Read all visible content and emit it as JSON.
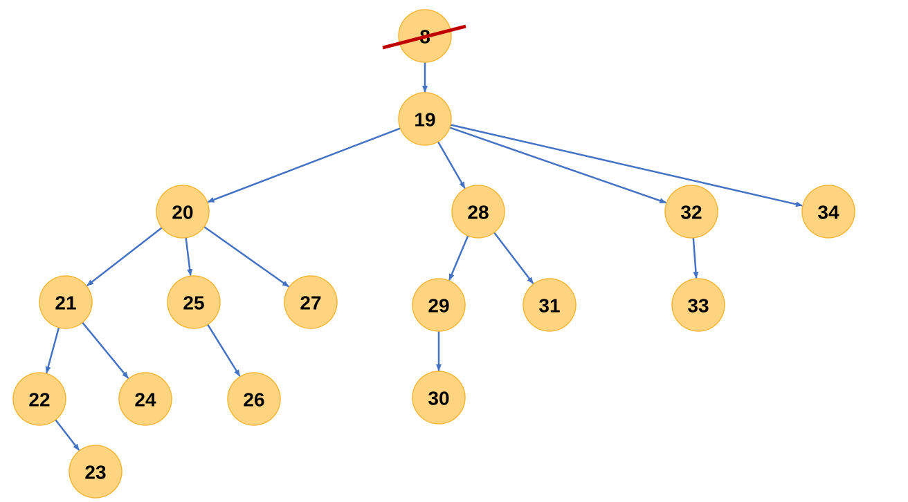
{
  "diagram": {
    "colors": {
      "node_fill": "#FFD480",
      "node_stroke": "#F2B534",
      "edge": "#4472C4",
      "strike": "#C00000",
      "label": "#000000"
    },
    "nodes": [
      {
        "id": "n8",
        "label": "8",
        "struck": true
      },
      {
        "id": "n19",
        "label": "19"
      },
      {
        "id": "n20",
        "label": "20"
      },
      {
        "id": "n28",
        "label": "28"
      },
      {
        "id": "n32",
        "label": "32"
      },
      {
        "id": "n34",
        "label": "34"
      },
      {
        "id": "n21",
        "label": "21"
      },
      {
        "id": "n25",
        "label": "25"
      },
      {
        "id": "n27",
        "label": "27"
      },
      {
        "id": "n29",
        "label": "29"
      },
      {
        "id": "n31",
        "label": "31"
      },
      {
        "id": "n33",
        "label": "33"
      },
      {
        "id": "n22",
        "label": "22"
      },
      {
        "id": "n24",
        "label": "24"
      },
      {
        "id": "n26",
        "label": "26"
      },
      {
        "id": "n30",
        "label": "30"
      },
      {
        "id": "n23",
        "label": "23"
      }
    ],
    "edges": [
      {
        "from": "n8",
        "to": "n19"
      },
      {
        "from": "n19",
        "to": "n20"
      },
      {
        "from": "n19",
        "to": "n28"
      },
      {
        "from": "n19",
        "to": "n32"
      },
      {
        "from": "n19",
        "to": "n34"
      },
      {
        "from": "n20",
        "to": "n21"
      },
      {
        "from": "n20",
        "to": "n25"
      },
      {
        "from": "n20",
        "to": "n27"
      },
      {
        "from": "n28",
        "to": "n29"
      },
      {
        "from": "n28",
        "to": "n31"
      },
      {
        "from": "n32",
        "to": "n33"
      },
      {
        "from": "n21",
        "to": "n22"
      },
      {
        "from": "n21",
        "to": "n24"
      },
      {
        "from": "n25",
        "to": "n26"
      },
      {
        "from": "n29",
        "to": "n30"
      },
      {
        "from": "n22",
        "to": "n23"
      }
    ]
  }
}
